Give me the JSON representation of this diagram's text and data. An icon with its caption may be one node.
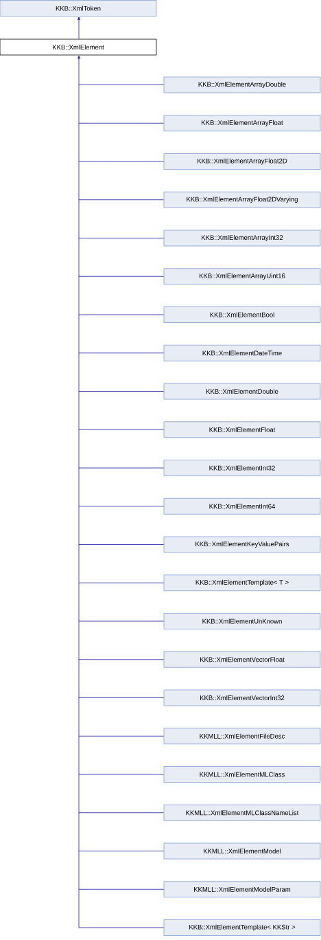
{
  "diagram": {
    "nodes": [
      {
        "text": [
          "KKB::XmlToken"
        ]
      },
      {
        "text": [
          "KKB::XmlElement"
        ]
      },
      {
        "text": [
          "KKB::XmlElementArrayDouble"
        ]
      },
      {
        "text": [
          "KKB::XmlElementArrayFloat"
        ]
      },
      {
        "text": [
          "KKB::XmlElementArrayFloat2D"
        ]
      },
      {
        "text": [
          "KKB::XmlElementArrayFloat2DVarying"
        ]
      },
      {
        "text": [
          "KKB::XmlElementArrayInt32"
        ]
      },
      {
        "text": [
          "KKB::XmlElementArrayUint16"
        ]
      },
      {
        "text": [
          "KKB::XmlElementBool"
        ]
      },
      {
        "text": [
          "KKB::XmlElementDateTime"
        ]
      },
      {
        "text": [
          "KKB::XmlElementDouble"
        ]
      },
      {
        "text": [
          "KKB::XmlElementFloat"
        ]
      },
      {
        "text": [
          "KKB::XmlElementInt32"
        ]
      },
      {
        "text": [
          "KKB::XmlElementInt64"
        ]
      },
      {
        "text": [
          "KKB::XmlElementKeyValuePairs"
        ]
      },
      {
        "text": [
          "KKB::XmlElementTemplate< T >"
        ]
      },
      {
        "text": [
          "KKB::XmlElementUnKnown"
        ]
      },
      {
        "text": [
          "KKB::XmlElementVectorFloat"
        ]
      },
      {
        "text": [
          "KKB::XmlElementVectorInt32"
        ]
      },
      {
        "text": [
          "KKMLL::XmlElementFileDesc"
        ]
      },
      {
        "text": [
          "KKMLL::XmlElementMLClass"
        ]
      },
      {
        "text": [
          "KKMLL::XmlElementMLClassNameList"
        ]
      },
      {
        "text": [
          "KKMLL::XmlElementModel"
        ]
      },
      {
        "text": [
          "KKMLL::XmlElementModelParam"
        ]
      },
      {
        "text": [
          "KKB::XmlElementTemplate< KKStr >"
        ]
      }
    ],
    "edges": [
      {
        "from": 1,
        "to": 0,
        "arrow": "to"
      },
      {
        "from": 2,
        "to": 1,
        "arrow": "to"
      },
      {
        "from": 3,
        "to": 1,
        "arrow": "to"
      },
      {
        "from": 4,
        "to": 1,
        "arrow": "to"
      },
      {
        "from": 5,
        "to": 1,
        "arrow": "to"
      },
      {
        "from": 6,
        "to": 1,
        "arrow": "to"
      },
      {
        "from": 7,
        "to": 1,
        "arrow": "to"
      },
      {
        "from": 8,
        "to": 1,
        "arrow": "to"
      },
      {
        "from": 9,
        "to": 1,
        "arrow": "to"
      },
      {
        "from": 10,
        "to": 1,
        "arrow": "to"
      },
      {
        "from": 11,
        "to": 1,
        "arrow": "to"
      },
      {
        "from": 12,
        "to": 1,
        "arrow": "to"
      },
      {
        "from": 13,
        "to": 1,
        "arrow": "to"
      },
      {
        "from": 14,
        "to": 1,
        "arrow": "to"
      },
      {
        "from": 15,
        "to": 1,
        "arrow": "to"
      },
      {
        "from": 16,
        "to": 1,
        "arrow": "to"
      },
      {
        "from": 17,
        "to": 1,
        "arrow": "to"
      },
      {
        "from": 18,
        "to": 1,
        "arrow": "to"
      },
      {
        "from": 19,
        "to": 1,
        "arrow": "to"
      },
      {
        "from": 20,
        "to": 1,
        "arrow": "to"
      },
      {
        "from": 21,
        "to": 1,
        "arrow": "to"
      },
      {
        "from": 22,
        "to": 1,
        "arrow": "to"
      },
      {
        "from": 23,
        "to": 1,
        "arrow": "to"
      },
      {
        "from": 24,
        "to": 1,
        "arrow": "to"
      }
    ]
  }
}
